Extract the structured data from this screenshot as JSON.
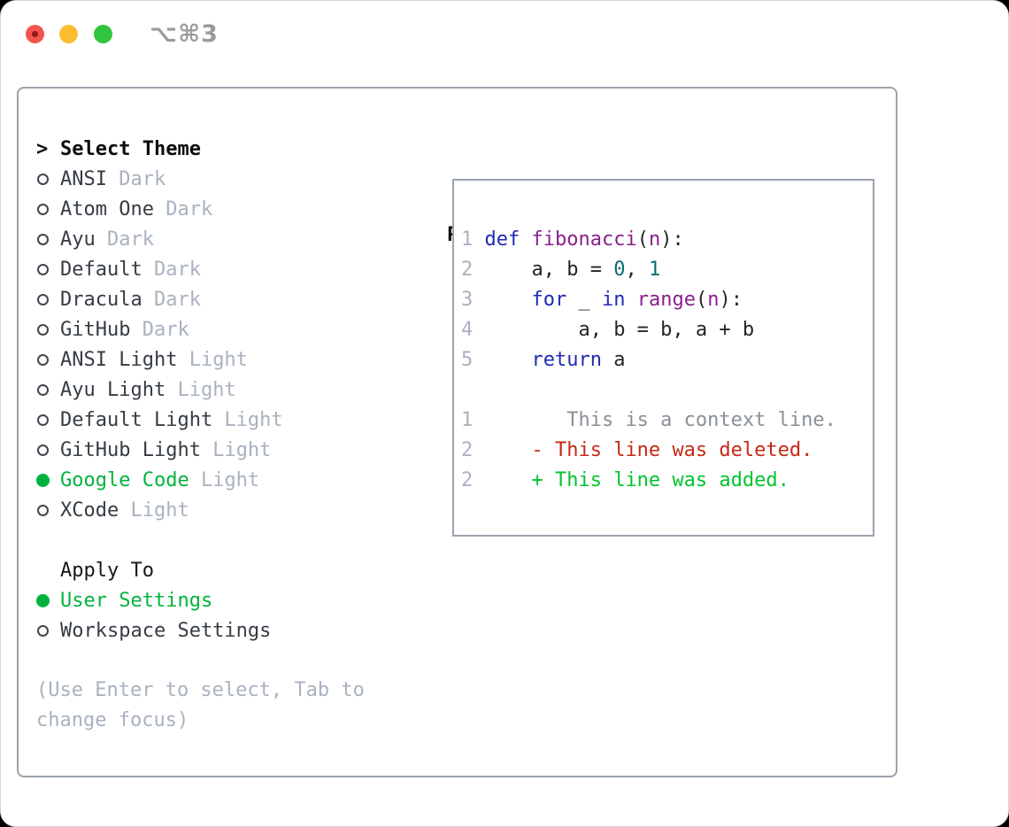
{
  "window": {
    "title": "⌥⌘3",
    "traffic_lights": [
      {
        "name": "close",
        "color": "#f4544e"
      },
      {
        "name": "minimize",
        "color": "#fcbd2f"
      },
      {
        "name": "zoom",
        "color": "#2fc53e"
      }
    ]
  },
  "theme_select": {
    "prompt": ">",
    "header": "Select Theme",
    "themes": [
      {
        "name": "ANSI",
        "variant": "Dark",
        "selected": false
      },
      {
        "name": "Atom One",
        "variant": "Dark",
        "selected": false
      },
      {
        "name": "Ayu",
        "variant": "Dark",
        "selected": false
      },
      {
        "name": "Default",
        "variant": "Dark",
        "selected": false
      },
      {
        "name": "Dracula",
        "variant": "Dark",
        "selected": false
      },
      {
        "name": "GitHub",
        "variant": "Dark",
        "selected": false
      },
      {
        "name": "ANSI Light",
        "variant": "Light",
        "selected": false
      },
      {
        "name": "Ayu Light",
        "variant": "Light",
        "selected": false
      },
      {
        "name": "Default Light",
        "variant": "Light",
        "selected": false
      },
      {
        "name": "GitHub Light",
        "variant": "Light",
        "selected": false
      },
      {
        "name": "Google Code",
        "variant": "Light",
        "selected": true
      },
      {
        "name": "XCode",
        "variant": "Light",
        "selected": false
      }
    ],
    "apply_to": {
      "label": "Apply To",
      "options": [
        {
          "name": "User Settings",
          "selected": true
        },
        {
          "name": "Workspace Settings",
          "selected": false
        }
      ]
    },
    "hint": "(Use Enter to select, Tab to change focus)"
  },
  "preview": {
    "label": "Preview",
    "lines": [
      {
        "num": "1",
        "tokens": [
          [
            "kw",
            "def"
          ],
          [
            "pl",
            " "
          ],
          [
            "fn",
            "fibonacci"
          ],
          [
            "pl",
            "("
          ],
          [
            "fn",
            "n"
          ],
          [
            "pl",
            "):"
          ]
        ]
      },
      {
        "num": "2",
        "tokens": [
          [
            "pl",
            "    a, b = "
          ],
          [
            "num",
            "0"
          ],
          [
            "pl",
            ", "
          ],
          [
            "num",
            "1"
          ]
        ]
      },
      {
        "num": "3",
        "tokens": [
          [
            "pl",
            "    "
          ],
          [
            "kw",
            "for"
          ],
          [
            "pl",
            " _ "
          ],
          [
            "kw",
            "in"
          ],
          [
            "pl",
            " "
          ],
          [
            "fn",
            "range"
          ],
          [
            "pl",
            "("
          ],
          [
            "fn",
            "n"
          ],
          [
            "pl",
            "):"
          ]
        ]
      },
      {
        "num": "4",
        "tokens": [
          [
            "pl",
            "        a, b = b, a + b"
          ]
        ]
      },
      {
        "num": "5",
        "tokens": [
          [
            "pl",
            "    "
          ],
          [
            "kw",
            "return"
          ],
          [
            "pl",
            " a"
          ]
        ]
      },
      {
        "num": "",
        "tokens": []
      },
      {
        "num": "1",
        "tokens": [
          [
            "ctx",
            "       This is a context line."
          ]
        ]
      },
      {
        "num": "2",
        "tokens": [
          [
            "del",
            "    - This line was deleted."
          ]
        ]
      },
      {
        "num": "2",
        "tokens": [
          [
            "add",
            "    + This line was added."
          ]
        ]
      }
    ]
  },
  "colors": {
    "green": "#00b33e",
    "border": "#9aa3ad",
    "text": "#363c44",
    "muted": "#a9b2bf",
    "title_gray": "#9b9b9b",
    "kw": "#1e2ab4",
    "fn": "#8b1f8b",
    "num": "#0b6b6b",
    "code": "#22262b",
    "ctx": "#8a9098",
    "del": "#c52a15",
    "add": "#00c42e",
    "tl_red": "#f4544e",
    "tl_red_dot": "#8f1d12",
    "tl_yellow": "#fcbd2f",
    "tl_green": "#2fc53e"
  }
}
